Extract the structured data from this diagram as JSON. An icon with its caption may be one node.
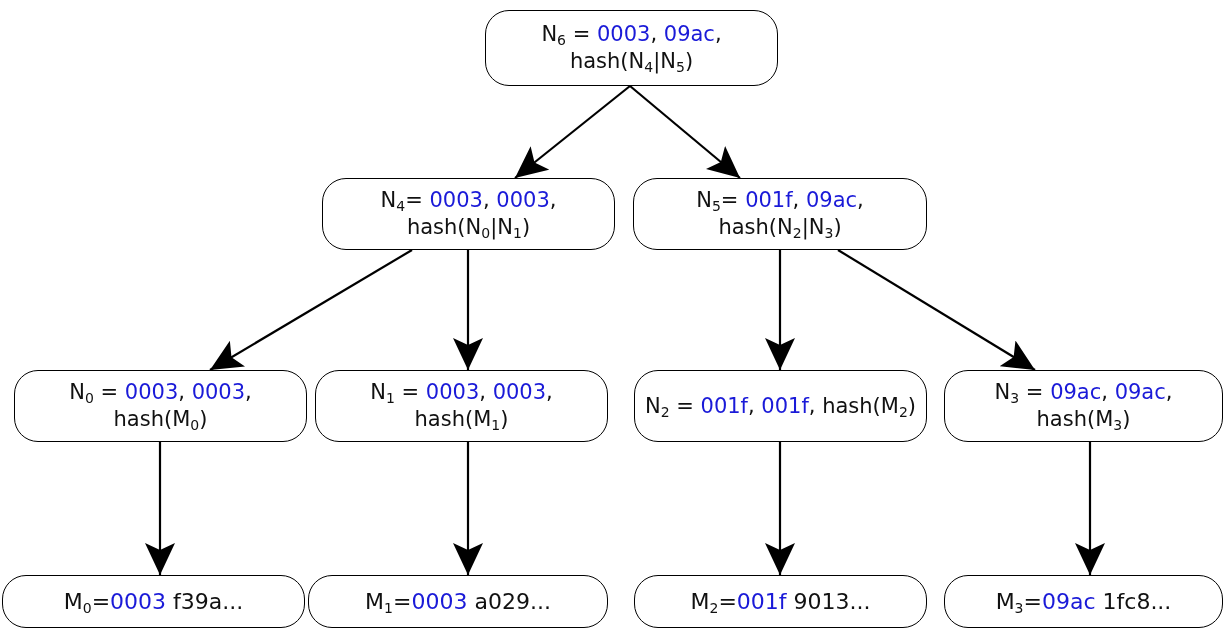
{
  "diagram": {
    "nodes": [
      {
        "text": [
          "N$_{6}$ = 0003, 09ac, hash(N$_{4}$|N$_{5}$)"
        ]
      },
      {
        "text": [
          "N$_{4}$= 0003, 0003, hash(N$_{0}$|N$_{1}$)"
        ]
      },
      {
        "text": [
          "N$_{5}$= 001f, 09ac, hash(N$_{2}$|N$_{3}$)"
        ]
      },
      {
        "text": [
          "N$_{0}$ = 0003, 0003, hash(M$_{0}$)"
        ]
      },
      {
        "text": [
          "N$_{1}$ = 0003, 0003, hash(M$_{1}$)"
        ]
      },
      {
        "text": [
          "N$_{2}$ = 001f, 001f, hash(M$_{2}$)"
        ]
      },
      {
        "text": [
          "N$_{3}$ = 09ac, 09ac, hash(M$_{3}$)"
        ]
      },
      {
        "text": [
          "M$_{0}$=0003 f39a..."
        ]
      },
      {
        "text": [
          "M$_{1}$=0003 a029..."
        ]
      },
      {
        "text": [
          "M$_{2}$=001f 9013..."
        ]
      },
      {
        "text": [
          "M$_{3}$=09ac 1fc8..."
        ]
      }
    ],
    "edges": [
      {
        "from": 0,
        "to": 1,
        "arrow": "to"
      },
      {
        "from": 0,
        "to": 2,
        "arrow": "to"
      },
      {
        "from": 1,
        "to": 3,
        "arrow": "to"
      },
      {
        "from": 1,
        "to": 4,
        "arrow": "to"
      },
      {
        "from": 2,
        "to": 5,
        "arrow": "to"
      },
      {
        "from": 2,
        "to": 6,
        "arrow": "to"
      },
      {
        "from": 3,
        "to": 7,
        "arrow": "to"
      },
      {
        "from": 4,
        "to": 8,
        "arrow": "to"
      },
      {
        "from": 5,
        "to": 9,
        "arrow": "to"
      },
      {
        "from": 6,
        "to": 10,
        "arrow": "to"
      }
    ]
  }
}
